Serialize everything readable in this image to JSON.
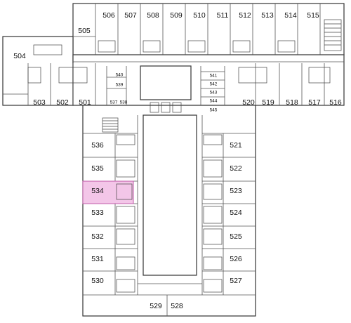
{
  "colors": {
    "highlight": "#f3c6e8",
    "highlight_stroke": "#c05aa8"
  },
  "highlighted_room": "534",
  "rooms": {
    "r501": "501",
    "r502": "502",
    "r503": "503",
    "r504": "504",
    "r505": "505",
    "r506": "506",
    "r507": "507",
    "r508": "508",
    "r509": "509",
    "r510": "510",
    "r511": "511",
    "r512": "512",
    "r513": "513",
    "r514": "514",
    "r515": "515",
    "r516": "516",
    "r517": "517",
    "r518": "518",
    "r519": "519",
    "r520": "520",
    "r521": "521",
    "r522": "522",
    "r523": "523",
    "r524": "524",
    "r525": "525",
    "r526": "526",
    "r527": "527",
    "r528": "528",
    "r529": "529",
    "r530": "530",
    "r531": "531",
    "r532": "532",
    "r533": "533",
    "r534": "534",
    "r535": "535",
    "r536": "536",
    "r537": "537",
    "r538": "538",
    "r539": "539",
    "r540": "540",
    "r541": "541",
    "r542": "542",
    "r543": "543",
    "r544": "544",
    "r545": "545"
  }
}
